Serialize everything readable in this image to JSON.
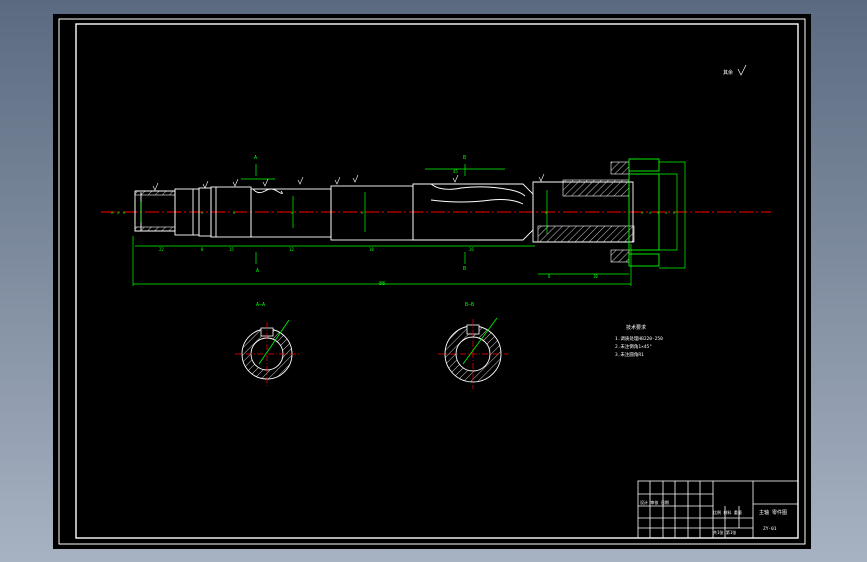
{
  "drawing": {
    "roughness_note": "其余",
    "section_a_label": "A—A",
    "section_b_label": "B—B",
    "cut_a_letter": "A",
    "cut_b_letter": "B",
    "overall_length_dim": "88",
    "tech_req_title": "技术要求",
    "tech_req_lines": [
      "1.调质处理HB220-250",
      "2.未注倒角1×45°",
      "3.未注圆角R1"
    ]
  },
  "title_block": {
    "part_name": "主轴 零件图",
    "drawing_no": "ZY-01",
    "scale_row": "比例 材料 重量",
    "material_row": "设计 审核 日期",
    "footer": "共1张 第1张"
  },
  "colors": {
    "outline": "#ffffff",
    "dimension": "#00ff00",
    "centerline": "#ff0000",
    "hatch": "#ffffff",
    "background": "#000000"
  }
}
